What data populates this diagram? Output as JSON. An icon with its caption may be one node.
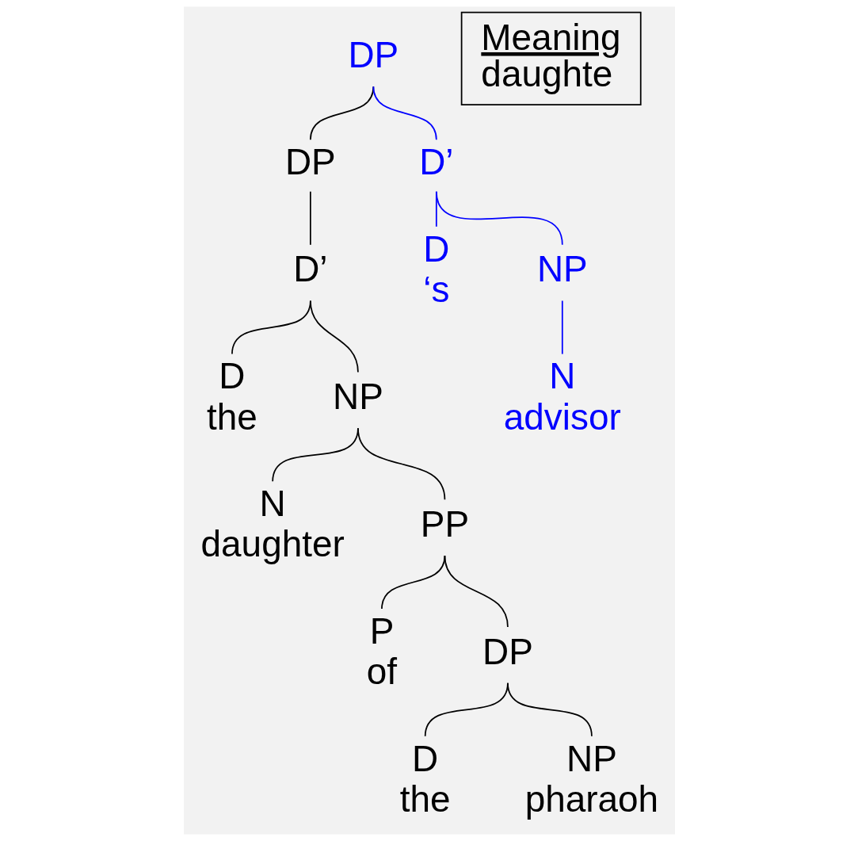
{
  "diagram": {
    "nodes": [
      {
        "text": [
          "DP"
        ]
      },
      {
        "text": [
          "DP"
        ]
      },
      {
        "text": [
          "D’"
        ]
      },
      {
        "text": [
          "D’"
        ]
      },
      {
        "text": [
          "D",
          "‘s"
        ]
      },
      {
        "text": [
          "NP"
        ]
      },
      {
        "text": [
          "D",
          "the"
        ]
      },
      {
        "text": [
          "NP"
        ]
      },
      {
        "text": [
          "N",
          "advisor"
        ]
      },
      {
        "text": [
          "N",
          "daughter"
        ]
      },
      {
        "text": [
          "PP"
        ]
      },
      {
        "text": [
          "P",
          "of"
        ]
      },
      {
        "text": [
          "DP"
        ]
      },
      {
        "text": [
          "D",
          "the"
        ]
      },
      {
        "text": [
          "NP",
          "pharaoh"
        ]
      },
      {
        "text": [
          "Meaning",
          "daughte"
        ]
      }
    ],
    "edges": [
      {
        "from": 0,
        "to": 1,
        "arrow": "none"
      },
      {
        "from": 0,
        "to": 2,
        "arrow": "none",
        "color": "#0000ff"
      },
      {
        "from": 1,
        "to": 3,
        "arrow": "none"
      },
      {
        "from": 2,
        "to": 4,
        "arrow": "none",
        "color": "#0000ff"
      },
      {
        "from": 2,
        "to": 5,
        "arrow": "none",
        "color": "#0000ff"
      },
      {
        "from": 3,
        "to": 6,
        "arrow": "none"
      },
      {
        "from": 3,
        "to": 7,
        "arrow": "none"
      },
      {
        "from": 5,
        "to": 8,
        "arrow": "none",
        "color": "#0000ff"
      },
      {
        "from": 7,
        "to": 9,
        "arrow": "none"
      },
      {
        "from": 7,
        "to": 10,
        "arrow": "none"
      },
      {
        "from": 10,
        "to": 11,
        "arrow": "none"
      },
      {
        "from": 10,
        "to": 12,
        "arrow": "none"
      },
      {
        "from": 12,
        "to": 13,
        "arrow": "none"
      },
      {
        "from": 12,
        "to": 14,
        "arrow": "none"
      }
    ]
  }
}
